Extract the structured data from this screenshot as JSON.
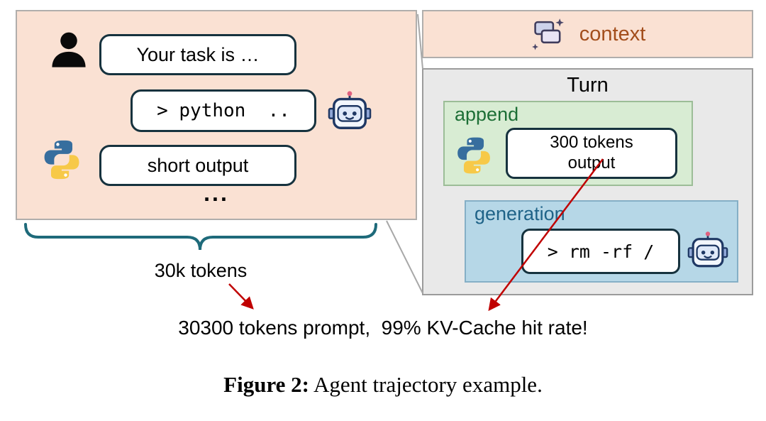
{
  "left_panel": {
    "user_message": "Your task is …",
    "assistant_command": "> python  ..",
    "tool_output": "short output",
    "ellipsis": "...",
    "brace_label": "30k tokens"
  },
  "right_panel": {
    "context_label": "context",
    "turn_label": "Turn",
    "append": {
      "label": "append",
      "output_line1": "300 tokens",
      "output_line2": "output"
    },
    "generation": {
      "label": "generation",
      "command": "> rm -rf /"
    }
  },
  "annotation": {
    "summary": "30300 tokens prompt,  99% KV-Cache hit rate!"
  },
  "figure": {
    "caption_label": "Figure 2:",
    "caption_text": " Agent trajectory example."
  },
  "icons": {
    "user": "user-icon (black person silhouette)",
    "robot": "robot-icon (robot face with antenna)",
    "python": "python-icon (python logo)",
    "context": "context-icon (stacked chat windows with sparkles)"
  },
  "colors": {
    "panel_peach": "#fae1d3",
    "turn_gray": "#e9e9e9",
    "append_green": "#d8ecd3",
    "generation_blue": "#b6d7e7",
    "bubble_border": "#16323e",
    "brace_teal": "#1e6a7a",
    "arrow_red": "#c00000",
    "context_text": "#a34e1c",
    "append_text": "#1d6f36",
    "generation_text": "#1f6388"
  }
}
